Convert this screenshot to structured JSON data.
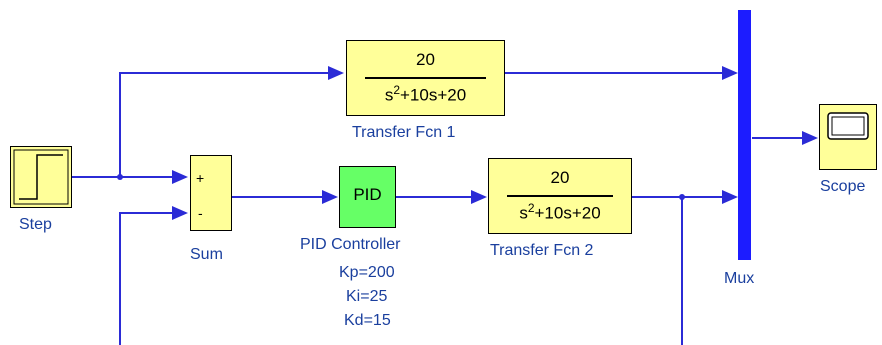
{
  "diagram": {
    "step": {
      "label": "Step"
    },
    "sum": {
      "label": "Sum",
      "sign_top": "+",
      "sign_bottom": "-"
    },
    "pid": {
      "block_text": "PID",
      "label": "PID Controller",
      "params": [
        "Kp=200",
        "Ki=25",
        "Kd=15"
      ]
    },
    "tf1": {
      "numerator": "20",
      "den_s": "s",
      "den_exp": "2",
      "den_rest": "+10s+20",
      "label": "Transfer Fcn 1"
    },
    "tf2": {
      "numerator": "20",
      "den_s": "s",
      "den_exp": "2",
      "den_rest": "+10s+20",
      "label": "Transfer Fcn 2"
    },
    "mux": {
      "label": "Mux"
    },
    "scope": {
      "label": "Scope"
    },
    "colors": {
      "line": "#2b2bd6",
      "label": "#1a3f9e",
      "block_fill": "#ffff99",
      "pid_fill": "#66ff66",
      "mux": "#1c1cff"
    }
  }
}
